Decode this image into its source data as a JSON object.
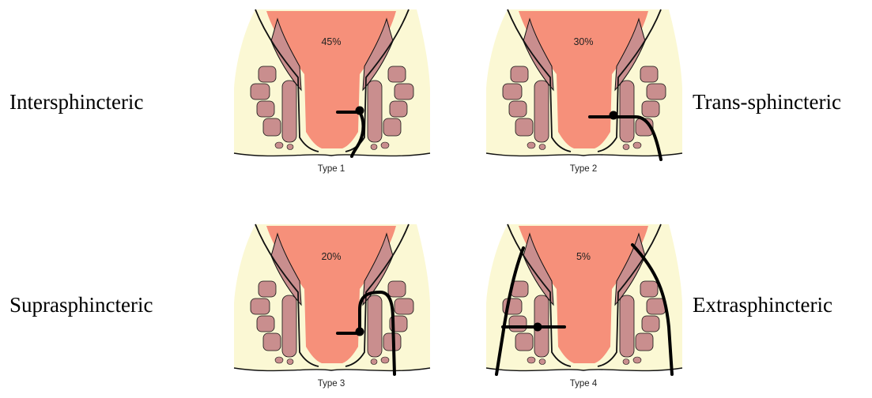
{
  "colors": {
    "background_fill": "#fbf8d4",
    "rectum_fill": "#f6907a",
    "muscle_fill": "#c98e8e",
    "outline": "#111111",
    "fistula_track": "#000000"
  },
  "panels": [
    {
      "classification": "Intersphincteric",
      "percentage": "45%",
      "type_label": "Type 1",
      "track": "intersphincteric"
    },
    {
      "classification": "Trans-sphincteric",
      "percentage": "30%",
      "type_label": "Type 2",
      "track": "trans-sphincteric"
    },
    {
      "classification": "Suprasphincteric",
      "percentage": "20%",
      "type_label": "Type 3",
      "track": "suprasphincteric"
    },
    {
      "classification": "Extrasphincteric",
      "percentage": "5%",
      "type_label": "Type 4",
      "track": "extrasphincteric"
    }
  ]
}
